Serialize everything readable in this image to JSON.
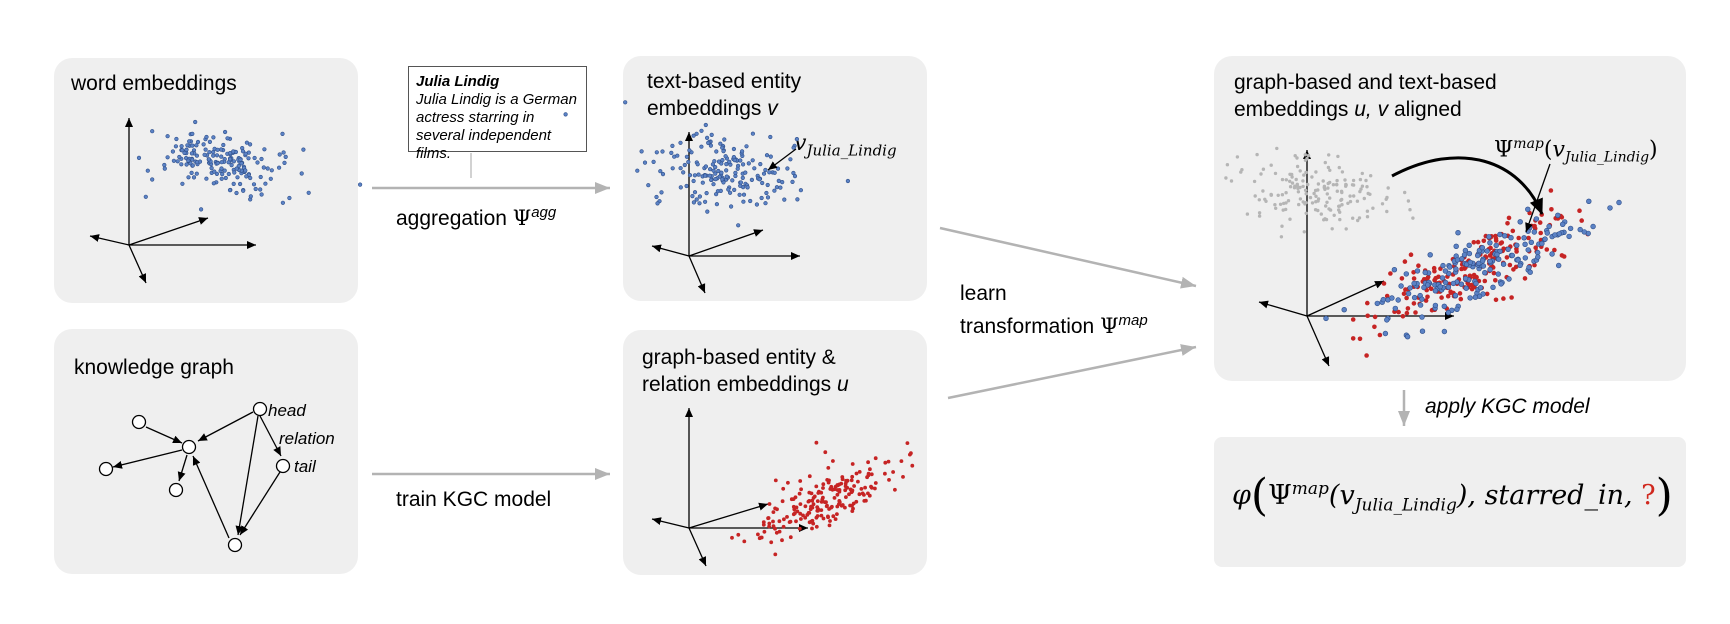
{
  "panels": {
    "word_embeddings": {
      "title": "word embeddings"
    },
    "knowledge_graph": {
      "title": "knowledge graph"
    },
    "text_entity": {
      "title_line1": "text-based entity",
      "title_line2": "embeddings ",
      "title_var": "v"
    },
    "graph_entity": {
      "title_line1": "graph-based entity &",
      "title_line2": "relation embeddings ",
      "title_var": "u"
    },
    "aligned": {
      "title_line1": "graph-based and text-based",
      "title_line2": "embeddings ",
      "title_var": "u, v",
      "title_rest": " aligned"
    }
  },
  "note": {
    "title": "Julia Lindig",
    "body": "Julia Lindig is a German actress starring in several independent films."
  },
  "graph_labels": {
    "head": "head",
    "relation": "relation",
    "tail": "tail"
  },
  "arrows": {
    "aggregation": "aggregation",
    "aggregation_symbol": "Ψ",
    "aggregation_sup": "agg",
    "train": "train KGC model",
    "learn_line1": "learn",
    "learn_line2": "transformation ",
    "learn_symbol": "Ψ",
    "learn_sup": "map",
    "apply": "apply KGC model"
  },
  "annotations": {
    "v_label": "v",
    "v_sub": "Julia_Lindig",
    "psi_map": "Ψ",
    "psi_map_sup": "map",
    "psi_map_arg": "v",
    "psi_map_arg_sub": "Julia_Lindig"
  },
  "formula": {
    "phi": "φ",
    "psi": "Ψ",
    "sup": "map",
    "v": "v",
    "sub": "Julia_Lindig",
    "relation": "starred_in",
    "unknown": "?"
  },
  "colors": {
    "panel_bg": "#efefef",
    "blue_points": "#5b82c5",
    "red_points": "#c62424",
    "grey_points": "#b5b5b5",
    "arrow_grey": "#b3b3b3",
    "question_mark": "#d0281e"
  }
}
